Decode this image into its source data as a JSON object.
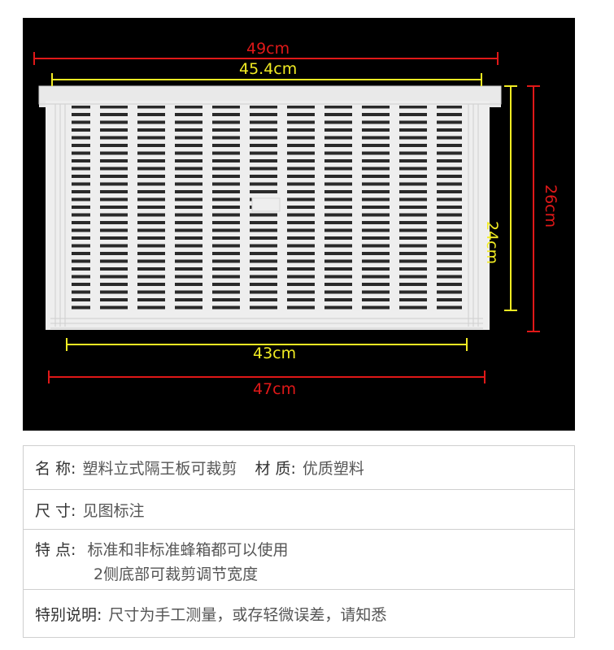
{
  "dimensions": {
    "outer_width": "49cm",
    "inner_width": "45.4cm",
    "bottom_inner_width": "43cm",
    "bottom_outer_width": "47cm",
    "inner_height": "24cm",
    "outer_height": "26cm"
  },
  "specs": {
    "name_label": "名 称:",
    "name_value": "塑料立式隔王板可裁剪",
    "material_label": "材 质:",
    "material_value": "优质塑料",
    "size_label": "尺 寸:",
    "size_value": "见图标注",
    "feature_label": "特 点:",
    "feature_line1": "标准和非标准蜂箱都可以使用",
    "feature_line2": "2侧底部可裁剪调节宽度",
    "note_label": "特别说明:",
    "note_value": "尺寸为手工测量，或存轻微误差，请知悉"
  },
  "colors": {
    "outer_dim": "#e01818",
    "inner_dim": "#f2ec23",
    "background": "#000000",
    "panel": "#eeeeee"
  }
}
